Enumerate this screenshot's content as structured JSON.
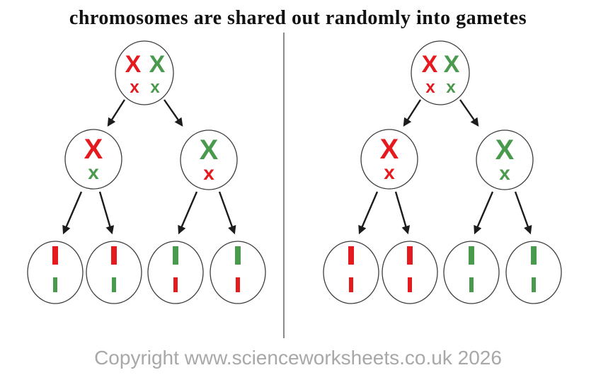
{
  "title": "chromosomes are shared out randomly into gametes",
  "footer": {
    "copyright": "Copyright www.scienceworksheets.co.uk 2026"
  },
  "palette": {
    "chromosome_red": "#e51a1f",
    "chromosome_green": "#4a9a4e",
    "cell_outline": "#3d3d3d",
    "arrow": "#1c1c1c",
    "divider": "#8c8c8c",
    "copyright_text": "#a8a8a8",
    "title_text": "#111111"
  },
  "trees": [
    {
      "side": "left",
      "parent_cell": {
        "large_chromosomes": [
          {
            "char": "X",
            "color": "#e51a1f"
          },
          {
            "char": "X",
            "color": "#4a9a4e"
          }
        ],
        "small_chromosomes": [
          {
            "char": "x",
            "color": "#e51a1f"
          },
          {
            "char": "x",
            "color": "#4a9a4e"
          }
        ]
      },
      "daughter_cells": [
        {
          "large": {
            "char": "X",
            "color": "#e51a1f"
          },
          "small": {
            "char": "x",
            "color": "#4a9a4e"
          }
        },
        {
          "large": {
            "char": "X",
            "color": "#4a9a4e"
          },
          "small": {
            "char": "x",
            "color": "#e51a1f"
          }
        }
      ],
      "gamete_cells": [
        {
          "large_bar": "#e51a1f",
          "small_bar": "#4a9a4e"
        },
        {
          "large_bar": "#e51a1f",
          "small_bar": "#4a9a4e"
        },
        {
          "large_bar": "#4a9a4e",
          "small_bar": "#e51a1f"
        },
        {
          "large_bar": "#4a9a4e",
          "small_bar": "#e51a1f"
        }
      ]
    },
    {
      "side": "right",
      "parent_cell": {
        "large_chromosomes": [
          {
            "char": "X",
            "color": "#e51a1f"
          },
          {
            "char": "X",
            "color": "#4a9a4e"
          }
        ],
        "small_chromosomes": [
          {
            "char": "x",
            "color": "#e51a1f"
          },
          {
            "char": "x",
            "color": "#4a9a4e"
          }
        ]
      },
      "daughter_cells": [
        {
          "large": {
            "char": "X",
            "color": "#e51a1f"
          },
          "small": {
            "char": "x",
            "color": "#e51a1f"
          }
        },
        {
          "large": {
            "char": "X",
            "color": "#4a9a4e"
          },
          "small": {
            "char": "x",
            "color": "#4a9a4e"
          }
        }
      ],
      "gamete_cells": [
        {
          "large_bar": "#e51a1f",
          "small_bar": "#e51a1f"
        },
        {
          "large_bar": "#e51a1f",
          "small_bar": "#e51a1f"
        },
        {
          "large_bar": "#4a9a4e",
          "small_bar": "#4a9a4e"
        },
        {
          "large_bar": "#4a9a4e",
          "small_bar": "#4a9a4e"
        }
      ]
    }
  ]
}
